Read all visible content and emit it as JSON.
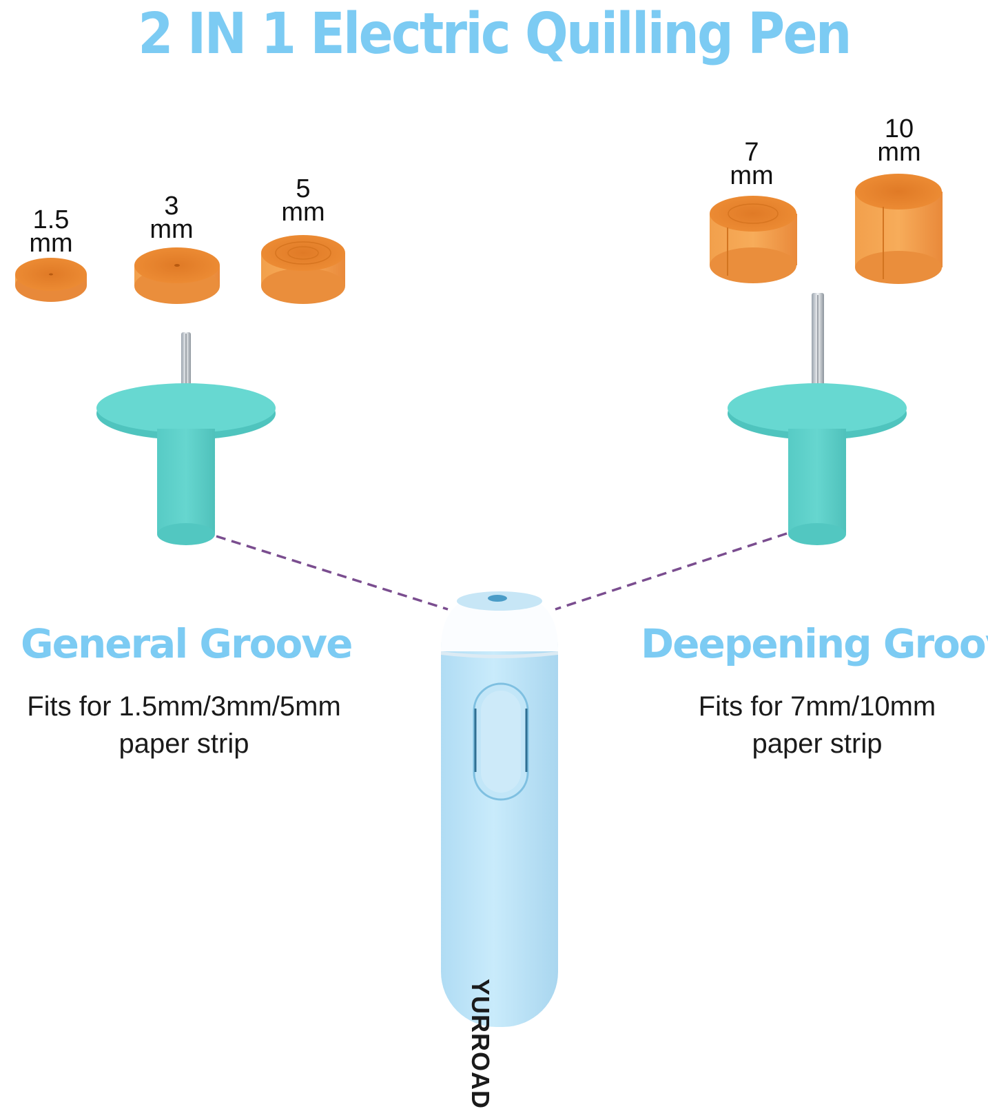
{
  "headline": "2 IN 1 Electric Quilling Pen",
  "brand": "YURROAD",
  "sizes": {
    "s1_5": {
      "value": "1.5",
      "unit": "mm"
    },
    "s3": {
      "value": "3",
      "unit": "mm"
    },
    "s5": {
      "value": "5",
      "unit": "mm"
    },
    "s7": {
      "value": "7",
      "unit": "mm"
    },
    "s10": {
      "value": "10",
      "unit": "mm"
    }
  },
  "general": {
    "title": "General Groove",
    "line1": "Fits for 1.5mm/3mm/5mm",
    "line2": "paper strip"
  },
  "deepening": {
    "title": "Deepening Groove",
    "line1": "Fits for 7mm/10mm",
    "line2": "paper strip"
  },
  "colors": {
    "accent": "#7ccbf3",
    "paper": "#f08a2c",
    "head": "#5fd3cc",
    "pen": "#b9e2f6",
    "connector": "#7a4d8f"
  }
}
